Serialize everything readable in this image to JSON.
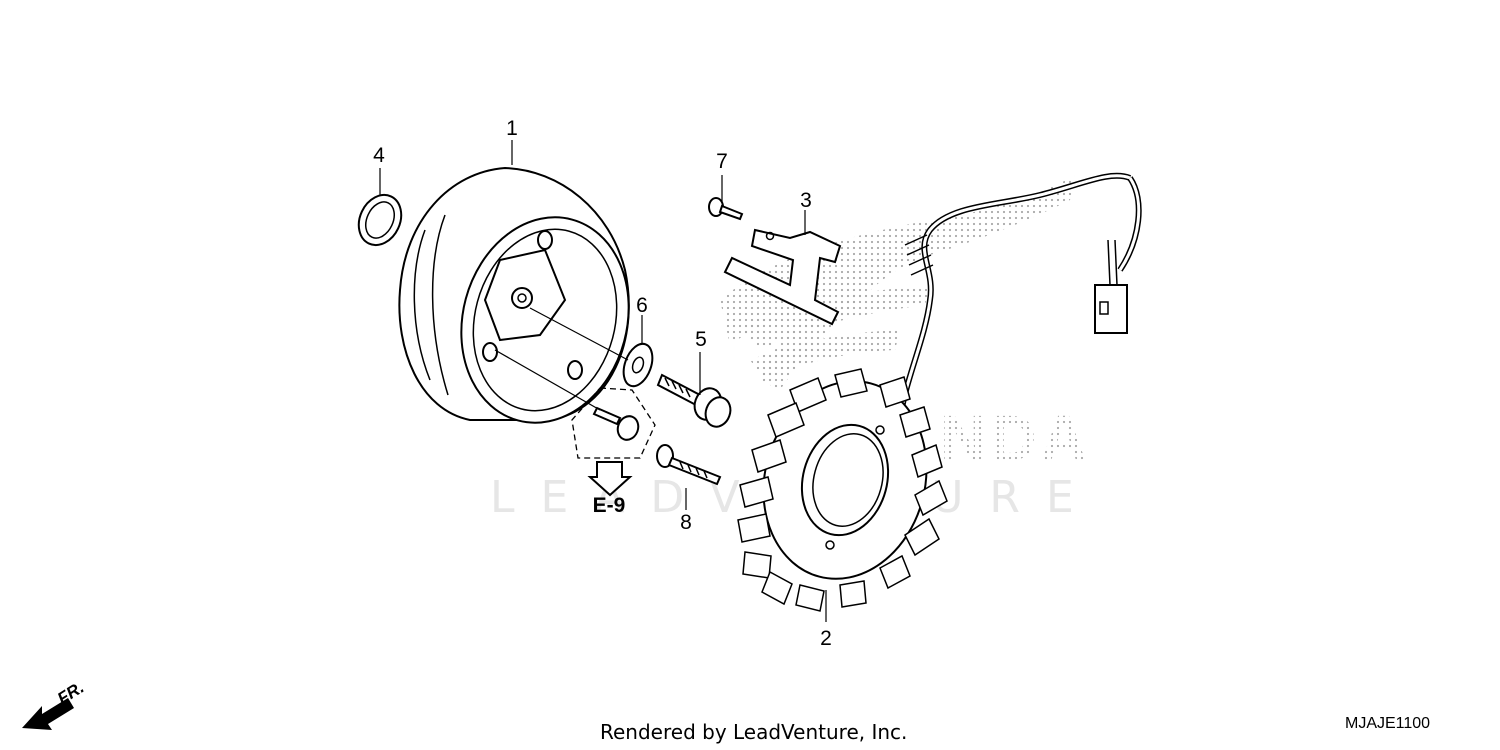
{
  "diagram": {
    "callouts": [
      {
        "id": "1",
        "label": "1"
      },
      {
        "id": "2",
        "label": "2"
      },
      {
        "id": "3",
        "label": "3"
      },
      {
        "id": "4",
        "label": "4"
      },
      {
        "id": "5",
        "label": "5"
      },
      {
        "id": "6",
        "label": "6"
      },
      {
        "id": "7",
        "label": "7"
      },
      {
        "id": "8",
        "label": "8"
      }
    ],
    "reference": "E-9",
    "direction": "FR.",
    "watermark": "LEADVENTURE",
    "credit": "Rendered by LeadVenture, Inc.",
    "diagram_code": "MJAJE1100"
  }
}
